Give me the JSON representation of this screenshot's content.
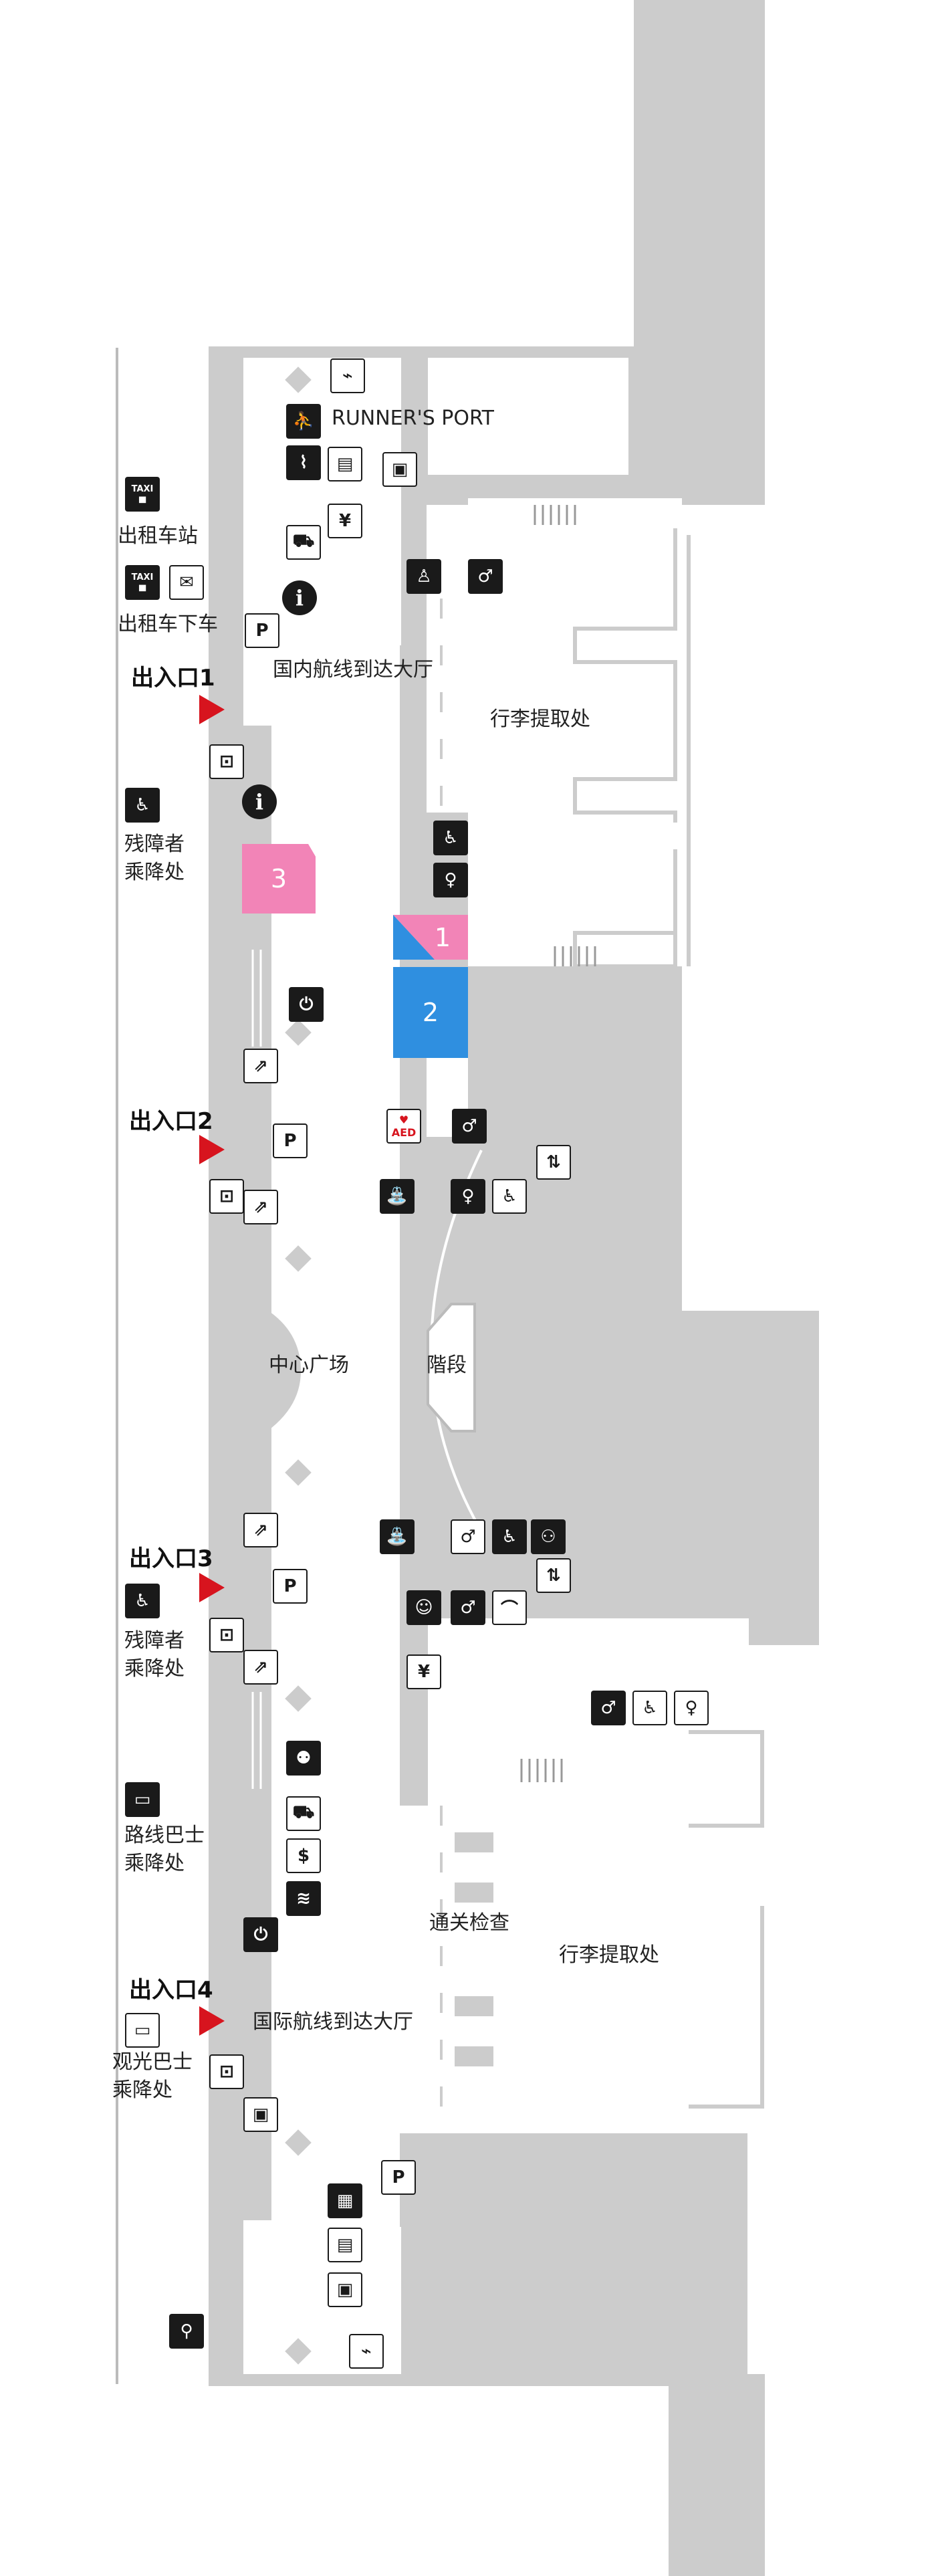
{
  "labels": {
    "runners_port": "RUNNER'S PORT",
    "taxi_stand": "出租车站",
    "taxi_dropoff": "出租车下车",
    "domestic_arrivals": "国内航线到达大厅",
    "baggage_claim_1": "行李提取处",
    "disabled_pickup_1": [
      "残障者",
      "乘降处"
    ],
    "center_plaza": "中心广场",
    "stairs": "階段",
    "disabled_pickup_2": [
      "残障者",
      "乘降处"
    ],
    "route_bus": [
      "路线巴士",
      "乘降处"
    ],
    "customs": "通关检查",
    "baggage_claim_2": "行李提取处",
    "international_arrivals": "国际航线到达大厅",
    "sightseeing_bus": [
      "观光巴士",
      "乘降处"
    ]
  },
  "entrances": [
    "出入口1",
    "出入口2",
    "出入口3",
    "出入口4"
  ],
  "zones": [
    "3",
    "1",
    "2"
  ],
  "icon_texts": {
    "taxi": "TAXI",
    "parking": "P",
    "info": "i",
    "aed": "AED"
  },
  "colors": {
    "floor_gray": "#cccccc",
    "zone_pink": "#f284b7",
    "zone_blue": "#2f8fe0",
    "arrow_red": "#d7141e"
  }
}
